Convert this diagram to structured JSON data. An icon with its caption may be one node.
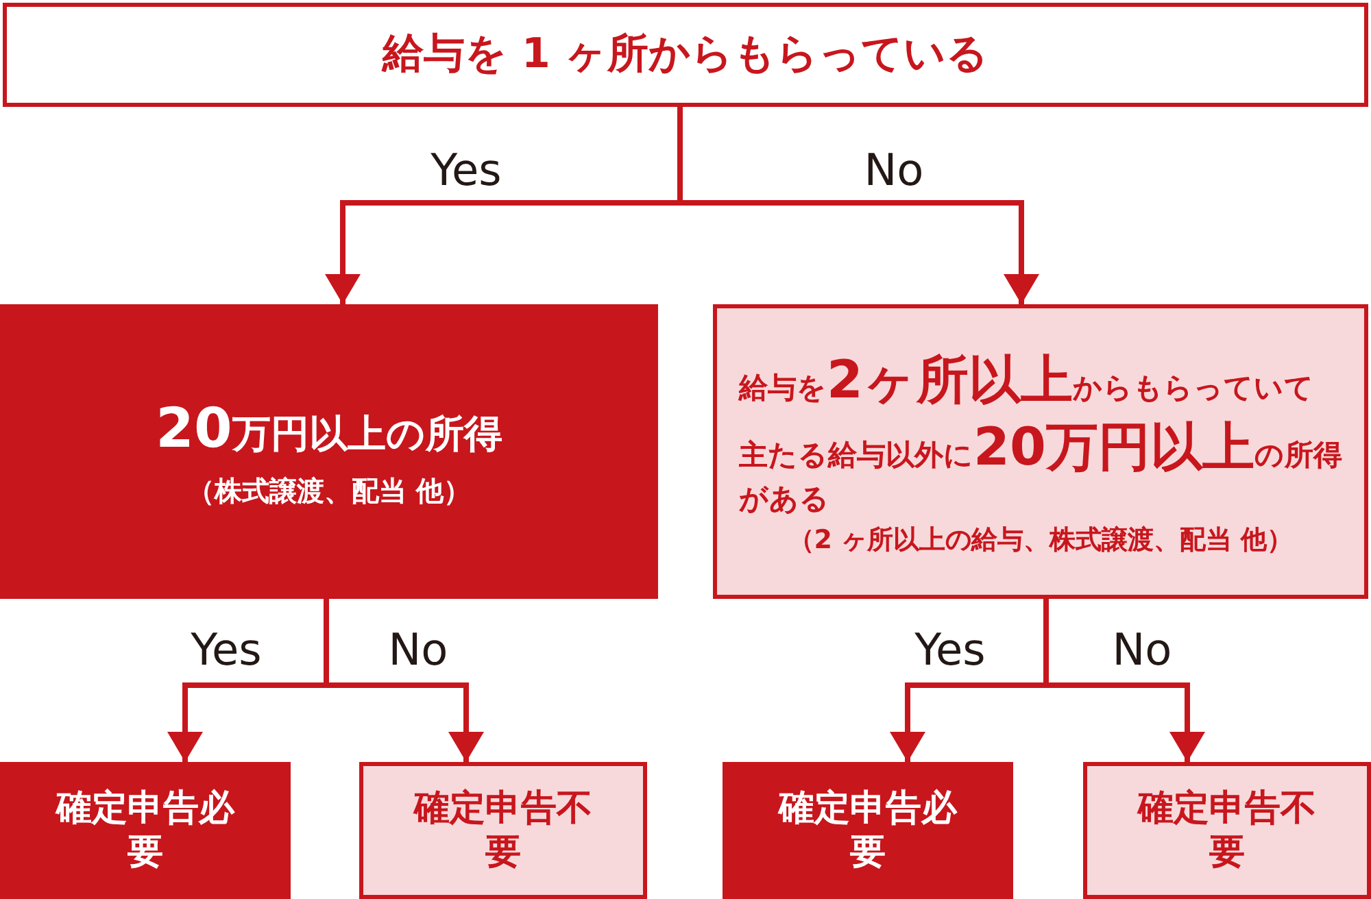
{
  "diagram": {
    "nodes": [
      {
        "text": [
          "給与を 1 ヶ所からもらっている"
        ]
      },
      {
        "text": [
          "**20**万円以上の所得",
          "（株式譲渡、配当 他）"
        ]
      },
      {
        "text": [
          "給与を**2ヶ所以上**からもらっていて主たる給与以外に**20万円以上**の所得がある",
          "（2 ヶ所以上の給与、株式譲渡、配当 他）"
        ]
      },
      {
        "text": [
          "確定申告必要"
        ]
      },
      {
        "text": [
          "確定申告不要"
        ]
      },
      {
        "text": [
          "確定申告必要"
        ]
      },
      {
        "text": [
          "確定申告不要"
        ]
      }
    ],
    "edges": [
      {
        "from": 0,
        "to": 1,
        "arrow": "to",
        "label": "Yes"
      },
      {
        "from": 0,
        "to": 2,
        "arrow": "to",
        "label": "No"
      },
      {
        "from": 1,
        "to": 3,
        "arrow": "to",
        "label": "Yes"
      },
      {
        "from": 1,
        "to": 4,
        "arrow": "to",
        "label": "No"
      },
      {
        "from": 2,
        "to": 5,
        "arrow": "to",
        "label": "Yes"
      },
      {
        "from": 2,
        "to": 6,
        "arrow": "to",
        "label": "No"
      }
    ]
  }
}
